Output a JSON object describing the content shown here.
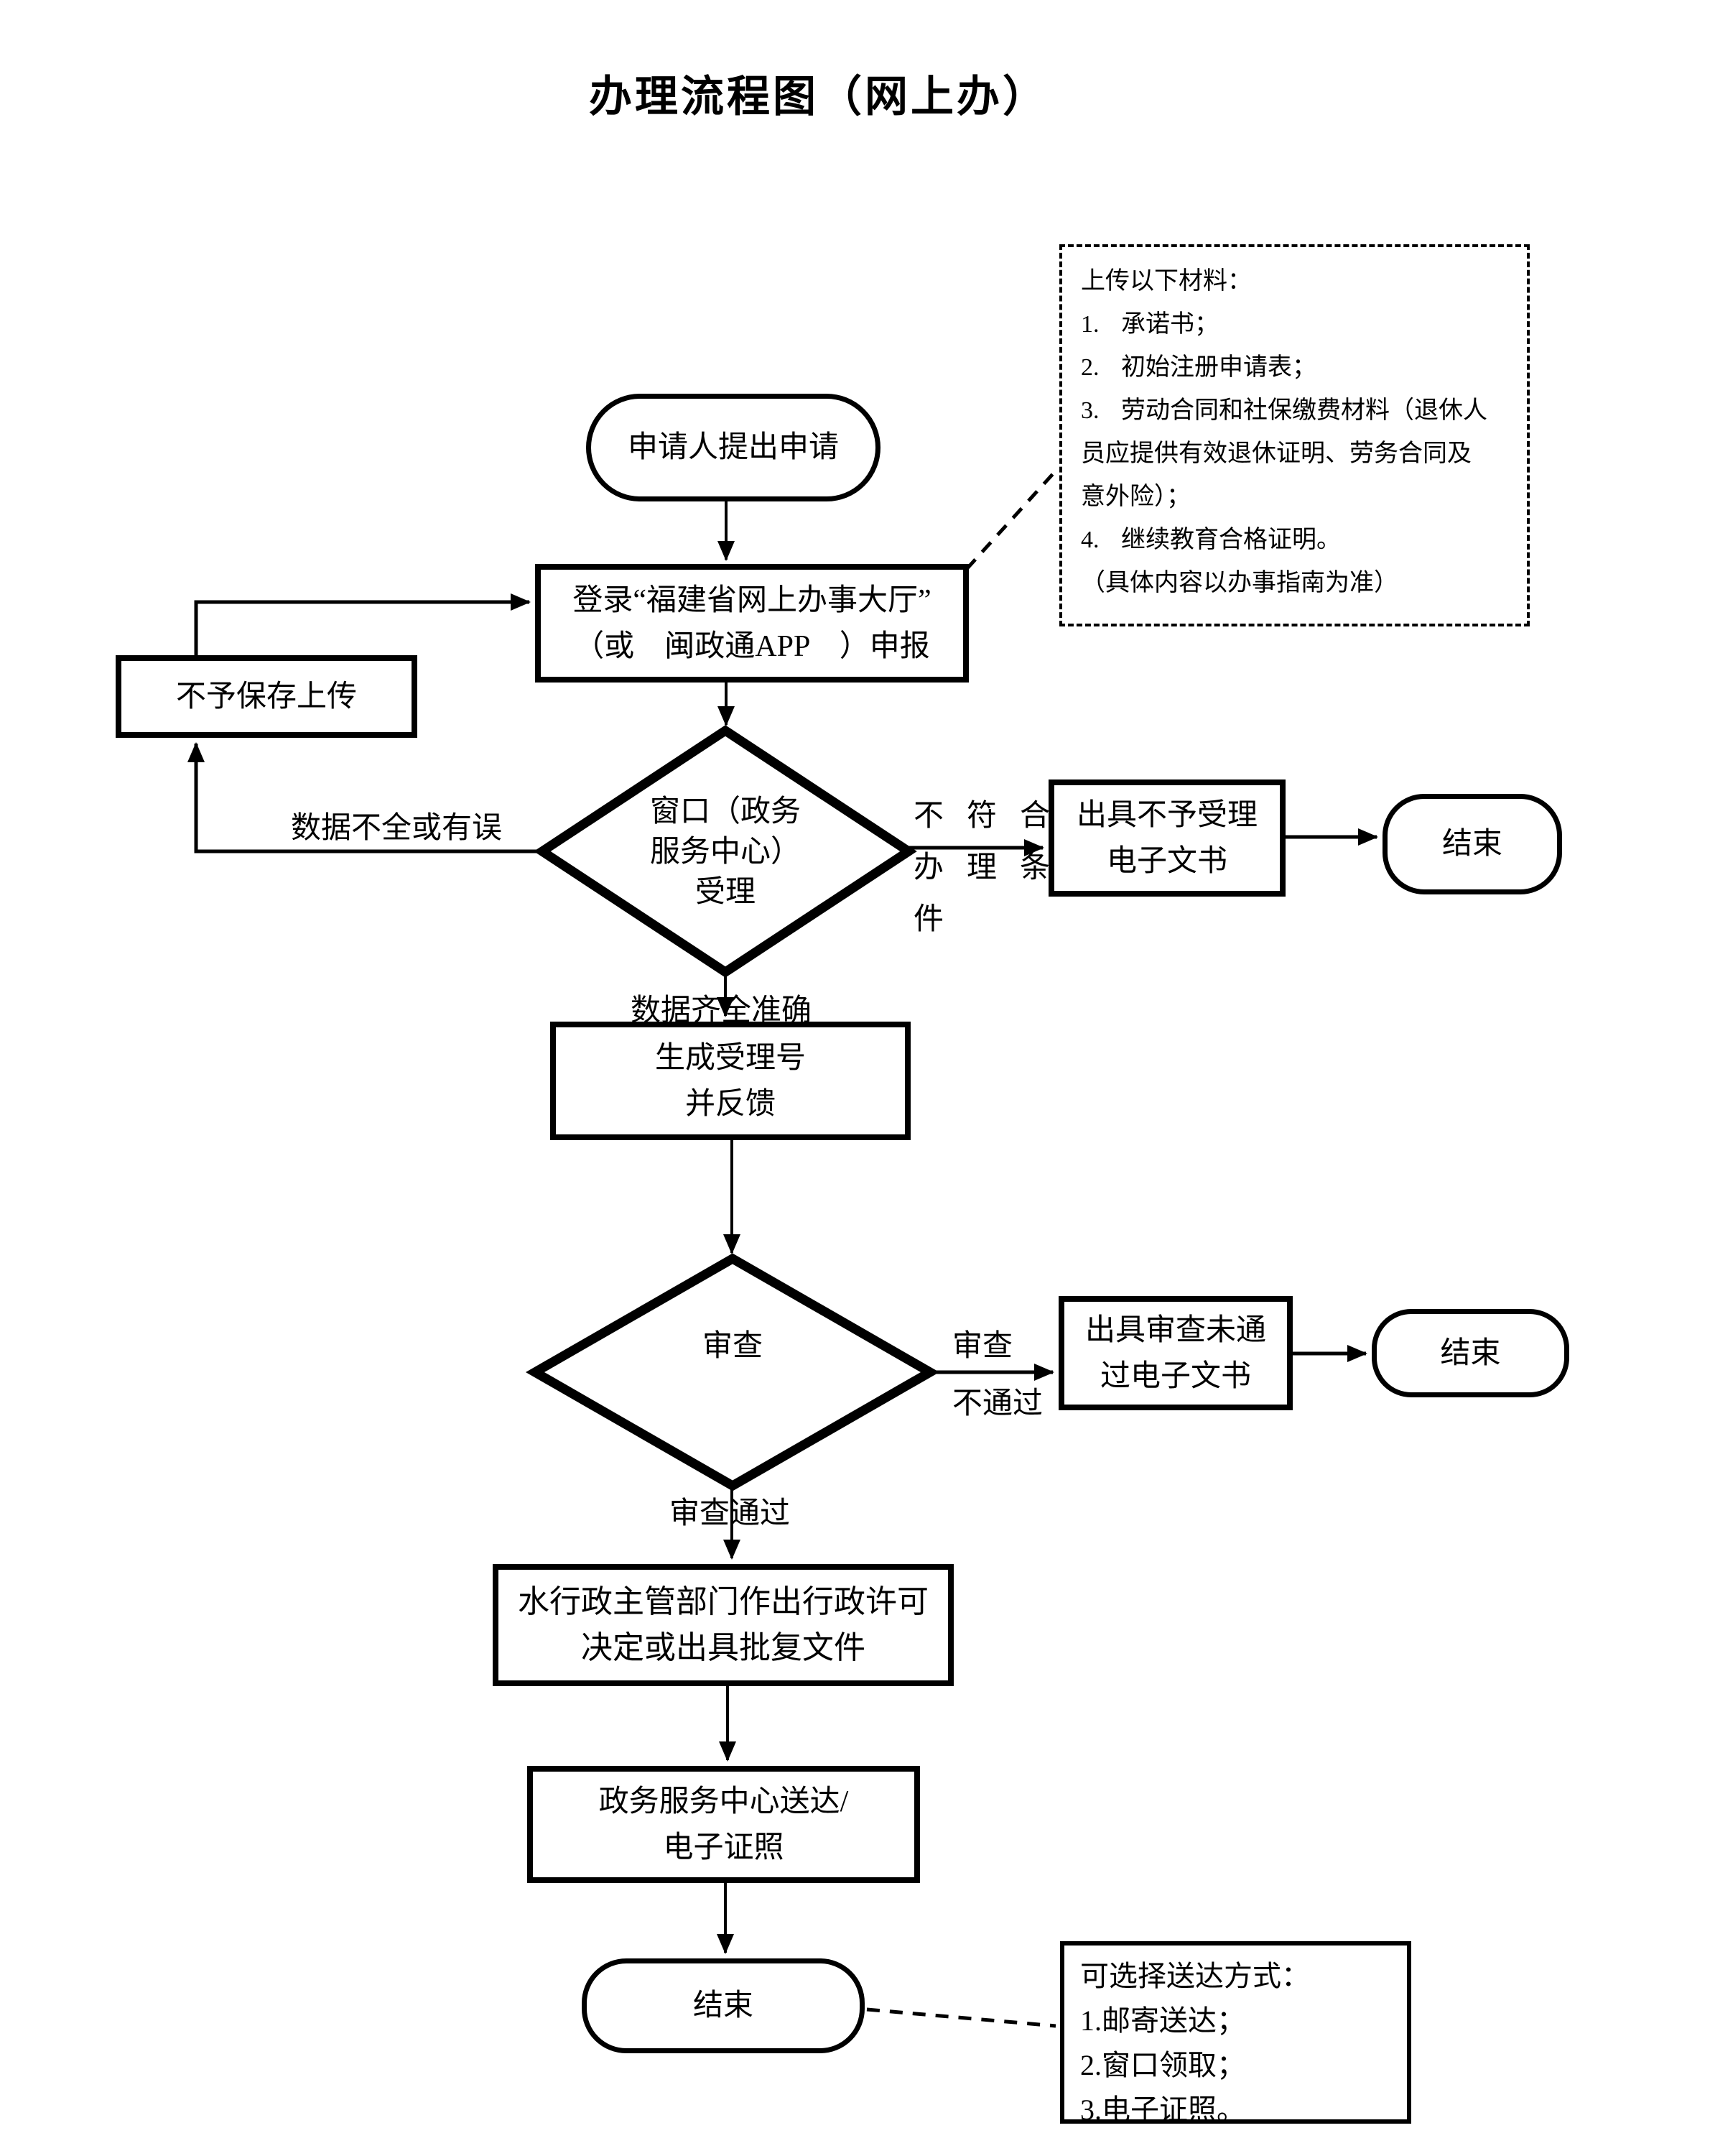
{
  "title": "办理流程图（网上办）",
  "nodes": {
    "start": [
      "申请人提出申请"
    ],
    "login": [
      "登录“福建省网上办事大厅”",
      "（或　闽政通APP　）申报"
    ],
    "no_save": [
      "不予保存上传"
    ],
    "accept": [
      "窗口（政务",
      "服务中心）",
      "受理"
    ],
    "gen_number": [
      "生成受理号",
      "并反馈"
    ],
    "reject_doc": [
      "出具不予受理",
      "电子文书"
    ],
    "end1": [
      "结束"
    ],
    "review": [
      "审查"
    ],
    "review_fail_doc": [
      "出具审查未通",
      "过电子文书"
    ],
    "end2": [
      "结束"
    ],
    "decision": [
      "水行政主管部门作出行政许可",
      "决定或出具批复文件"
    ],
    "delivery": [
      "政务服务中心送达/",
      "电子证照"
    ],
    "end3": [
      "结束"
    ]
  },
  "labels": {
    "data_incomplete": "数据不全或有误",
    "data_complete": "数据齐全准确",
    "not_eligible": [
      "不符合",
      "办理条",
      "件"
    ],
    "review_fail": [
      "审查",
      "不通过"
    ],
    "review_pass": "审查通过"
  },
  "materials_note": {
    "lines": [
      {
        "num": "",
        "text": "上传以下材料："
      },
      {
        "num": "1.",
        "text": "承诺书；"
      },
      {
        "num": "2.",
        "text": "初始注册申请表；"
      },
      {
        "num": "3.",
        "text": "劳动合同和社保缴费材料（退休人"
      },
      {
        "num": "",
        "text": "员应提供有效退休证明、劳务合同及"
      },
      {
        "num": "",
        "text": "意外险）；"
      },
      {
        "num": "4.",
        "text": "继续教育合格证明。"
      },
      {
        "num": "",
        "text": "（具体内容以办事指南为准）"
      }
    ]
  },
  "delivery_note": {
    "lines": [
      "可选择送达方式：",
      "1.邮寄送达；",
      "2.窗口领取；",
      "3.电子证照。"
    ]
  }
}
